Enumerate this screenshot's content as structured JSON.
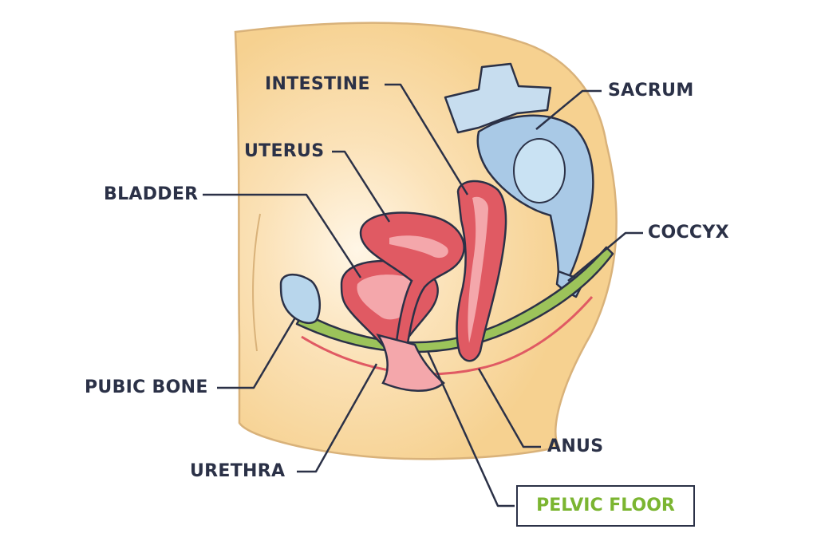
{
  "labels": {
    "intestine": "INTESTINE",
    "sacrum": "SACRUM",
    "uterus": "UTERUS",
    "bladder": "BLADDER",
    "coccyx": "COCCYX",
    "pubic_bone": "PUBIC BONE",
    "anus": "ANUS",
    "urethra": "URETHRA",
    "pelvic_floor": "PELVIC FLOOR"
  },
  "colors": {
    "skin": "#f7d59a",
    "skin_outline": "#d9b27a",
    "organ_red": "#e05a63",
    "organ_pink": "#f4a7ab",
    "bone_blue": "#b8d6ec",
    "pelvic_floor_green": "#9cc35a",
    "label_text": "#2b3147",
    "highlight_label": "#7bb531"
  }
}
